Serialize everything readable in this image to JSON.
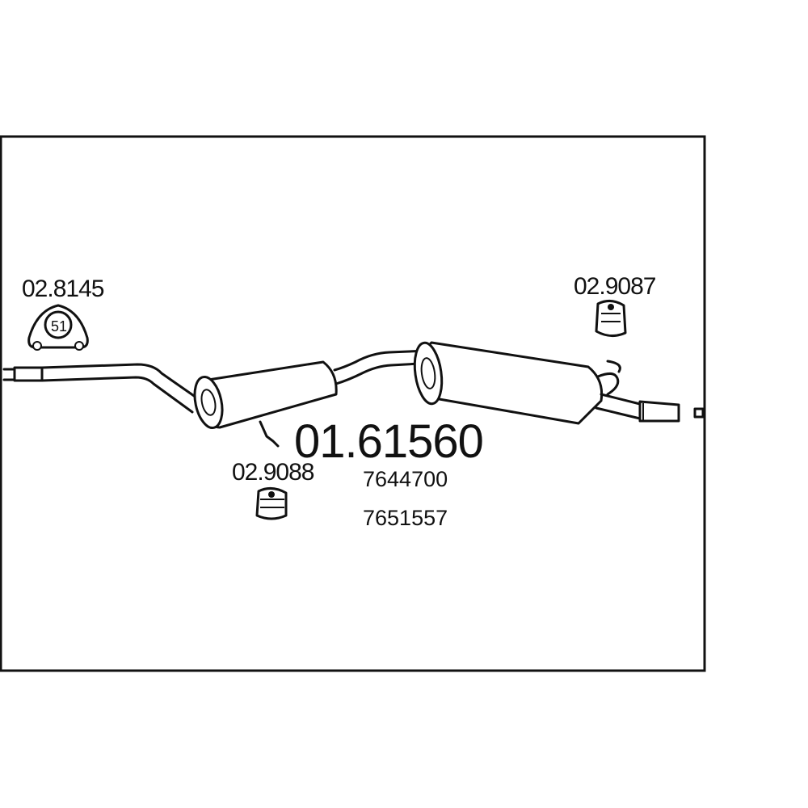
{
  "diagram": {
    "main_part_number": "01.61560",
    "oem_numbers": [
      "7644700",
      "7651557"
    ],
    "accessories": [
      {
        "code": "02.8145",
        "badge": "51",
        "kind": "gasket"
      },
      {
        "code": "02.9087",
        "kind": "rubber-hanger"
      },
      {
        "code": "02.9088",
        "kind": "rubber-hanger"
      }
    ]
  }
}
